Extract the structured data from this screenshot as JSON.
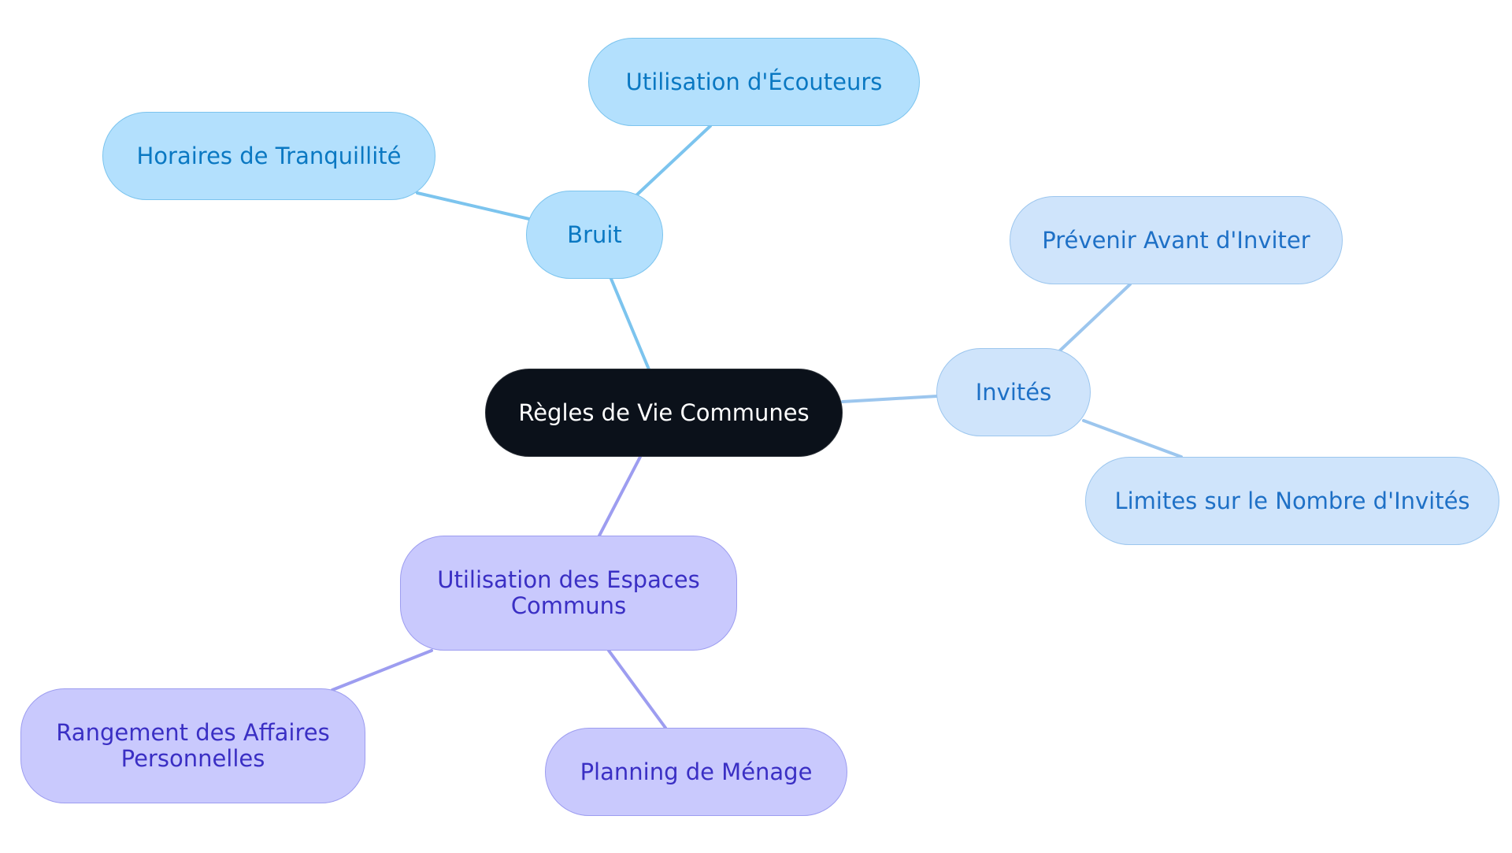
{
  "colors": {
    "root_fill": "#0b111a",
    "noise_fill": "#b3e0fd",
    "noise_edge": "#7cc4ee",
    "guest_fill": "#cfe4fb",
    "guest_edge": "#9cc6ee",
    "space_fill": "#c9c9fd",
    "space_edge": "#9d9df0"
  },
  "nodes": {
    "root": "Règles de Vie Communes",
    "bruit": "Bruit",
    "ecouteurs": "Utilisation d'Écouteurs",
    "horaires": "Horaires de Tranquillité",
    "invites": "Invités",
    "prevenir": "Prévenir Avant d'Inviter",
    "limites": "Limites sur le Nombre d'Invités",
    "espaces_line1": "Utilisation des Espaces",
    "espaces_line2": "Communs",
    "rangement_line1": "Rangement des Affaires",
    "rangement_line2": "Personnelles",
    "menage": "Planning de Ménage"
  }
}
